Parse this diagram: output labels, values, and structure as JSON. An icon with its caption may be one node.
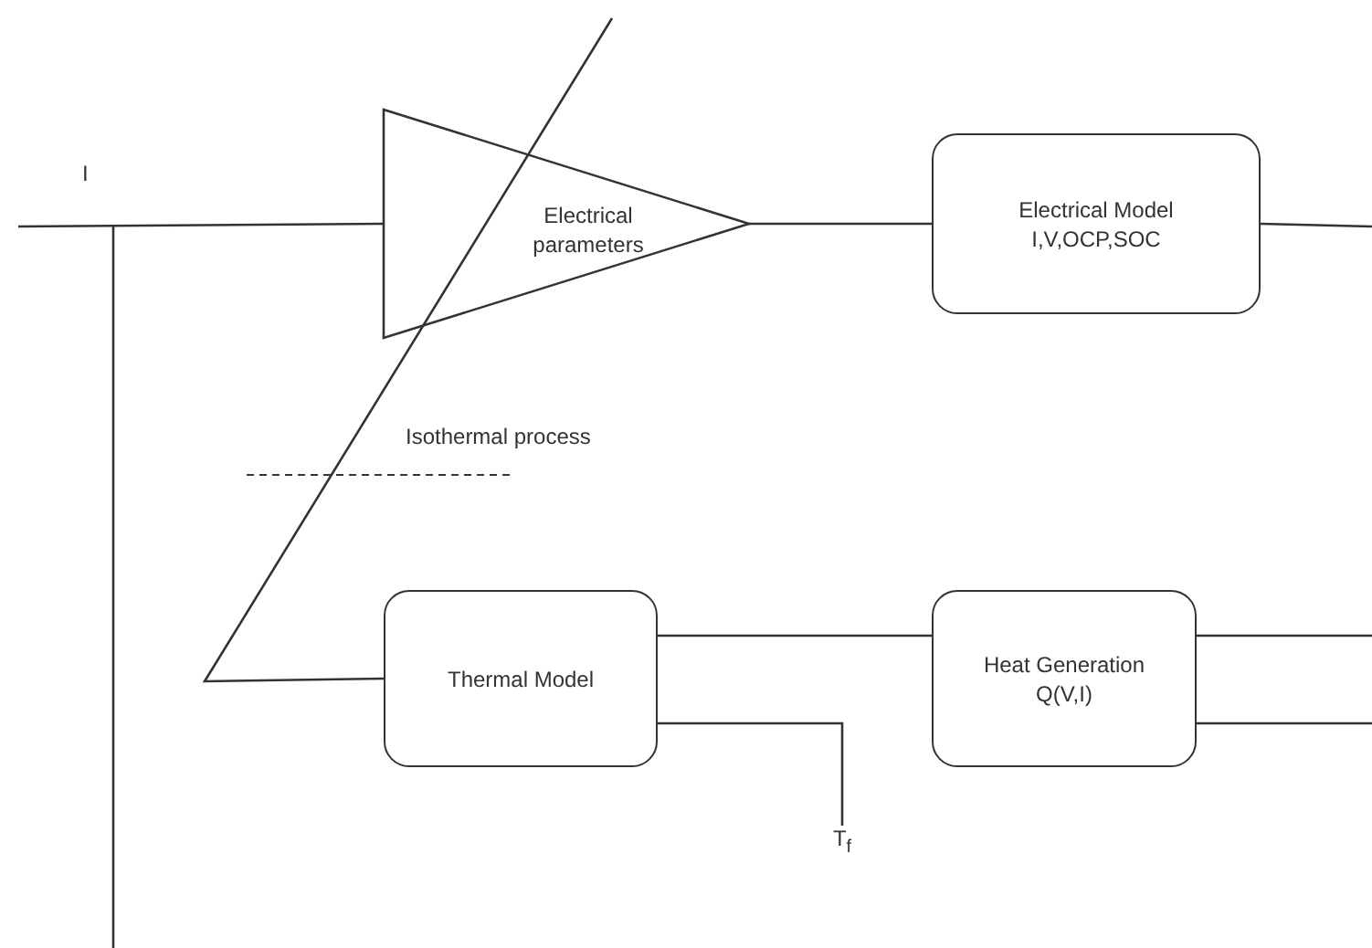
{
  "diagram": {
    "nodes": [
      {
        "text": [
          "Electrical parameters"
        ]
      },
      {
        "text": [
          "Electrical Model",
          "I,V,OCP,SOC"
        ]
      },
      {
        "text": [
          "Thermal Model"
        ]
      },
      {
        "text": [
          "Heat Generation",
          "Q(V,I)"
        ]
      },
      {
        "text": [
          "T$_{f}$"
        ]
      }
    ],
    "edges": [
      {
        "from": null,
        "to": 0,
        "arrow": "none"
      },
      {
        "from": 0,
        "to": 1,
        "arrow": "none"
      },
      {
        "from": 1,
        "to": null,
        "arrow": "none"
      },
      {
        "from": null,
        "to": 2,
        "arrow": "none"
      },
      {
        "from": 2,
        "to": 3,
        "arrow": "none"
      },
      {
        "from": 3,
        "to": null,
        "arrow": "none"
      },
      {
        "from": 3,
        "to": null,
        "arrow": "none"
      },
      {
        "from": 2,
        "to": 4,
        "arrow": "none"
      }
    ],
    "labels": [
      "I",
      "Isothermal process"
    ]
  }
}
